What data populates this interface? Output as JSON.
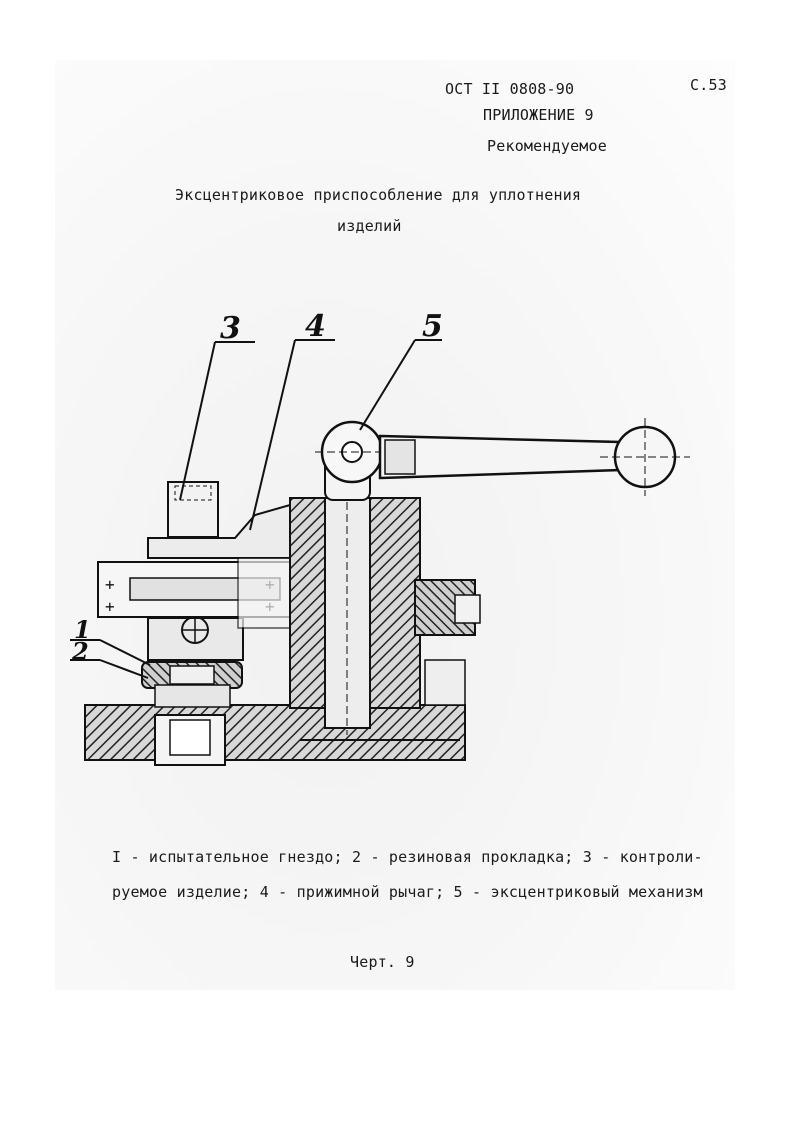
{
  "header": {
    "doc_code": "ОСТ II 0808-90",
    "page_number": "С.53",
    "appendix": "ПРИЛОЖЕНИЕ 9",
    "status": "Рекомендуемое"
  },
  "title": {
    "line1": "Эксцентриковое приспособление для уплотнения",
    "line2": "изделий"
  },
  "drawing": {
    "callouts": [
      "3",
      "4",
      "5",
      "1",
      "2"
    ]
  },
  "caption": {
    "line1": "I - испытательное гнездо; 2 - резиновая прокладка; 3 - контроли-",
    "line2": "руемое изделие; 4 - прижимной рычаг; 5 - эксцентриковый механизм"
  },
  "figure_label": "Черт. 9"
}
